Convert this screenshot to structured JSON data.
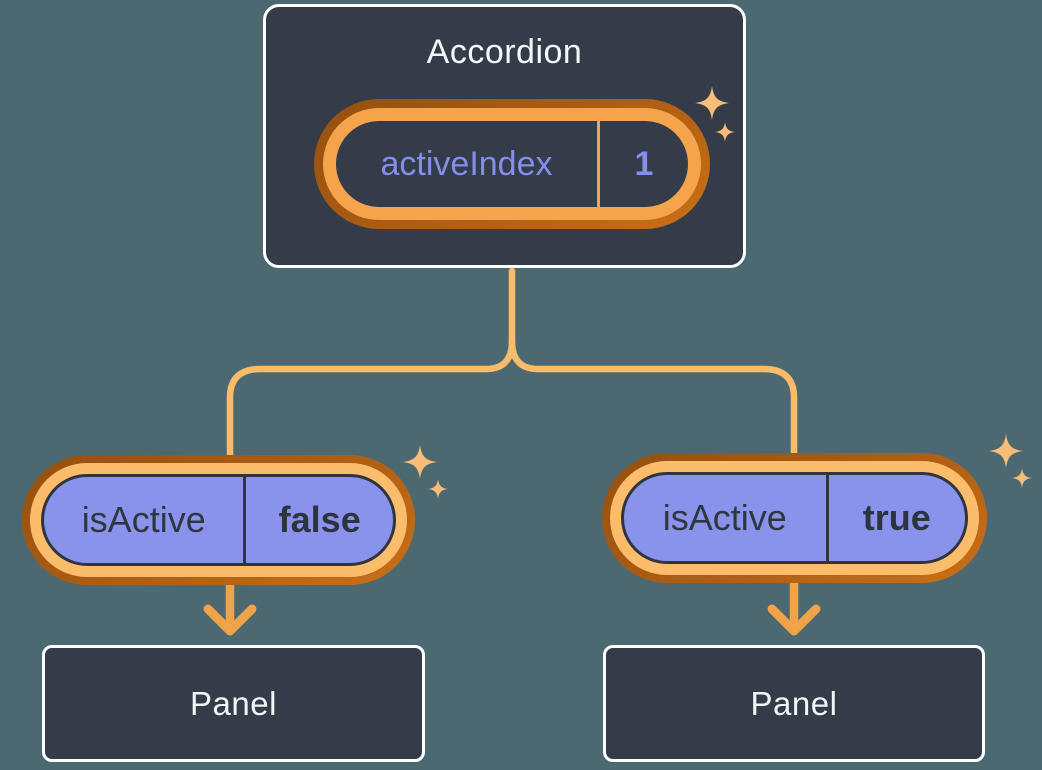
{
  "diagram_title": "component-tree-state-diagram",
  "accordion": {
    "title": "Accordion",
    "state": {
      "key": "activeIndex",
      "value": "1"
    }
  },
  "children": [
    {
      "prop": {
        "key": "isActive",
        "value": "false"
      },
      "panel_label": "Panel"
    },
    {
      "prop": {
        "key": "isActive",
        "value": "true"
      },
      "panel_label": "Panel"
    }
  ],
  "icons": {
    "sparkle": "sparkle-icon",
    "arrow_down": "arrow-down-icon"
  },
  "colors": {
    "background": "#4C6972",
    "card_fill": "#343B49",
    "card_border": "#FFFFFF",
    "card_text": "#F6F7F9",
    "state_pill_ring_light": "#F6A44B",
    "prop_pill_ring_light": "#FBBD6B",
    "pill_ring_dark": "#B05E14",
    "prop_pill_fill": "#8A93EC",
    "prop_pill_outline": "#2F3440",
    "state_text": "#858EE9",
    "prop_text": "#30363F",
    "connector_line": "#FBBC69",
    "arrow": "#F0A348",
    "sparkle": "#F9BE75"
  }
}
